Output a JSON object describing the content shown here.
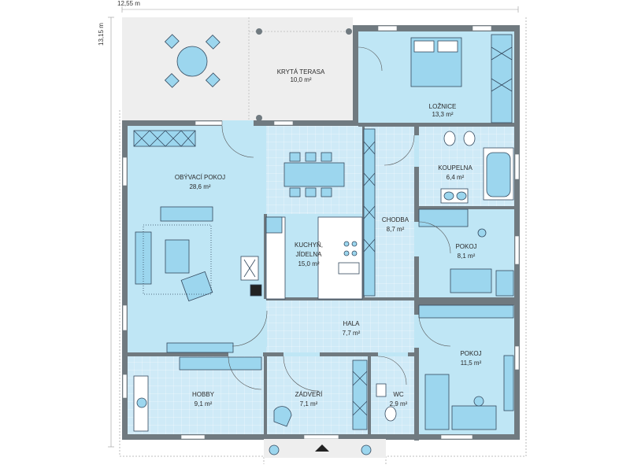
{
  "dimensions": {
    "width": "12,55 m",
    "height": "13,15 m"
  },
  "colors": {
    "wall": "#707a80",
    "floor": "#bfe6f5",
    "tile": "#d6eef8",
    "terrace": "#eeeeee",
    "furniture": "#9cd6ee",
    "furniture_stroke": "#34495e"
  },
  "rooms": {
    "terasa": {
      "name": "KRYTÁ TERASA",
      "area": "10,0 m²"
    },
    "loznice": {
      "name": "LOŽNICE",
      "area": "13,3 m²"
    },
    "obyvaci": {
      "name": "OBÝVACÍ POKOJ",
      "area": "28,6 m²"
    },
    "koupelna": {
      "name": "KOUPELNA",
      "area": "6,4 m²"
    },
    "chodba": {
      "name": "CHODBA",
      "area": "8,7 m²"
    },
    "kuchyn": {
      "name1": "KUCHYŇ,",
      "name2": "JÍDELNA",
      "area": "15,0 m²"
    },
    "pokoj1": {
      "name": "POKOJ",
      "area": "8,1 m²"
    },
    "hala": {
      "name": "HALA",
      "area": "7,7 m²"
    },
    "pokoj2": {
      "name": "POKOJ",
      "area": "11,5 m²"
    },
    "hobby": {
      "name": "HOBBY",
      "area": "9,1 m²"
    },
    "zadveri": {
      "name": "ZÁDVEŘÍ",
      "area": "7,1 m²"
    },
    "wc": {
      "name": "WC",
      "area": "2,9 m²"
    }
  },
  "icons": [
    "entrance-arrow-icon",
    "fireplace-icon",
    "door-swing-icon",
    "window-icon"
  ]
}
